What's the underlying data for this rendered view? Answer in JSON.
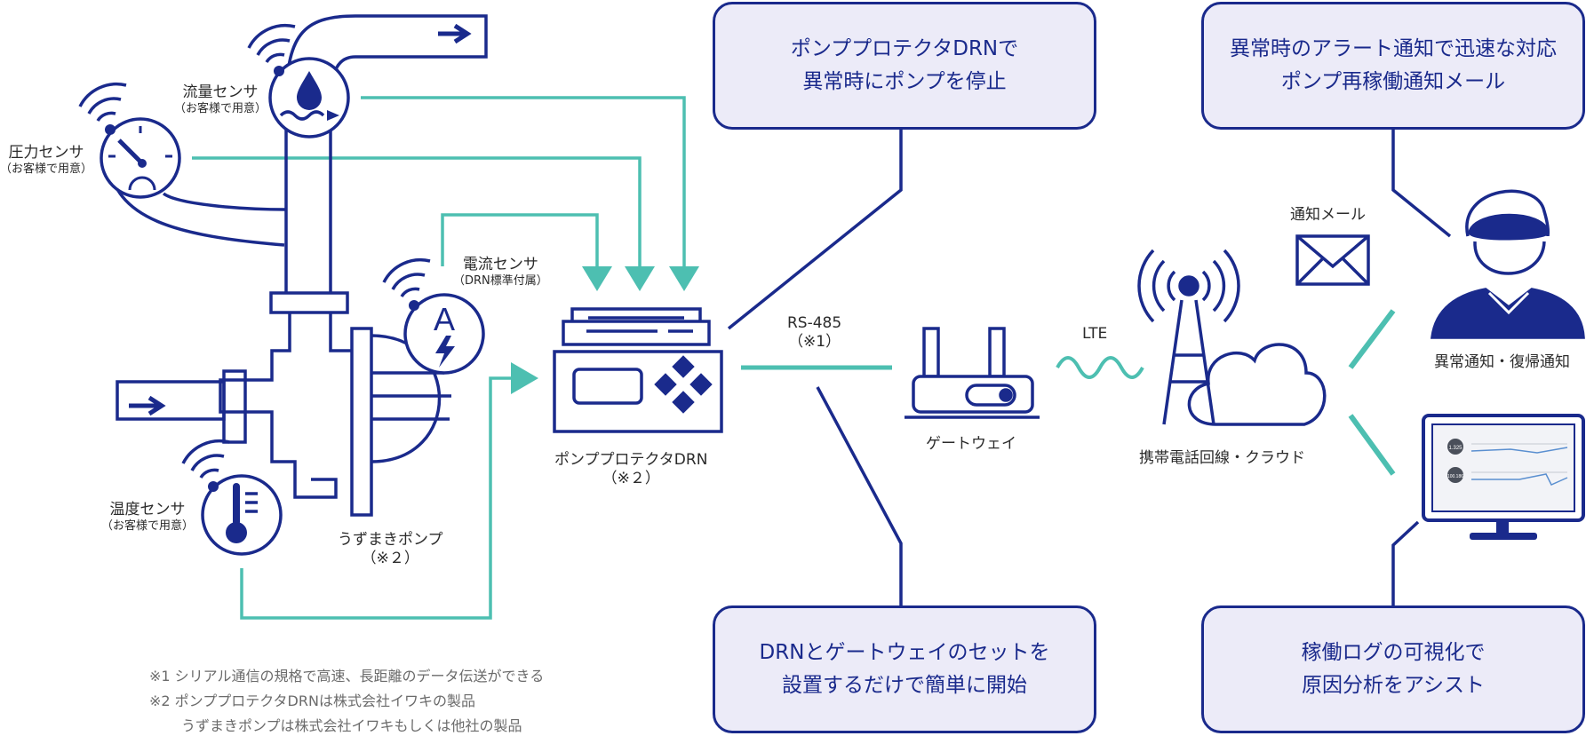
{
  "colors": {
    "navy": "#1a2a8c",
    "teal": "#4dbfb1",
    "callout_bg": "#ecebf8",
    "label": "#2b2b2b",
    "note": "#6b6b6b"
  },
  "sensors": {
    "flow": {
      "name": "流量センサ",
      "sub": "（お客様で用意）"
    },
    "pressure": {
      "name": "圧力センサ",
      "sub": "（お客様で用意）"
    },
    "current": {
      "name": "電流センサ",
      "sub": "（DRN標準付属）"
    },
    "temperature": {
      "name": "温度センサ",
      "sub": "（お客様で用意）"
    }
  },
  "pump": {
    "name": "うずまきポンプ",
    "note": "（※２）"
  },
  "device": {
    "name": "ポンププロテクタDRN",
    "note": "（※２）",
    "current_glyph": "A"
  },
  "link": {
    "protocol": "RS-485",
    "note": "（※1）",
    "wireless": "LTE"
  },
  "gateway": {
    "name": "ゲートウェイ"
  },
  "cloud": {
    "name": "携帯電話回線・クラウド"
  },
  "mail": {
    "name": "通知メール"
  },
  "user": {
    "name": "異常通知・復帰通知"
  },
  "monitor": {
    "reading_1": "1.325",
    "reading_2": "100.186"
  },
  "callouts": {
    "stop": {
      "line1": "ポンププロテクタDRNで",
      "line2": "異常時にポンプを停止"
    },
    "alert": {
      "line1": "異常時のアラート通知で迅速な対応",
      "line2": "ポンプ再稼働通知メール"
    },
    "setup": {
      "line1": "DRNとゲートウェイのセットを",
      "line2": "設置するだけで簡単に開始"
    },
    "log": {
      "line1": "稼働ログの可視化で",
      "line2": "原因分析をアシスト"
    }
  },
  "footnotes": {
    "n1": "※1 シリアル通信の規格で高速、長距離のデータ伝送ができる",
    "n2": "※2 ポンププロテクタDRNは株式会社イワキの製品",
    "n3": "うずまきポンプは株式会社イワキもしくは他社の製品"
  }
}
